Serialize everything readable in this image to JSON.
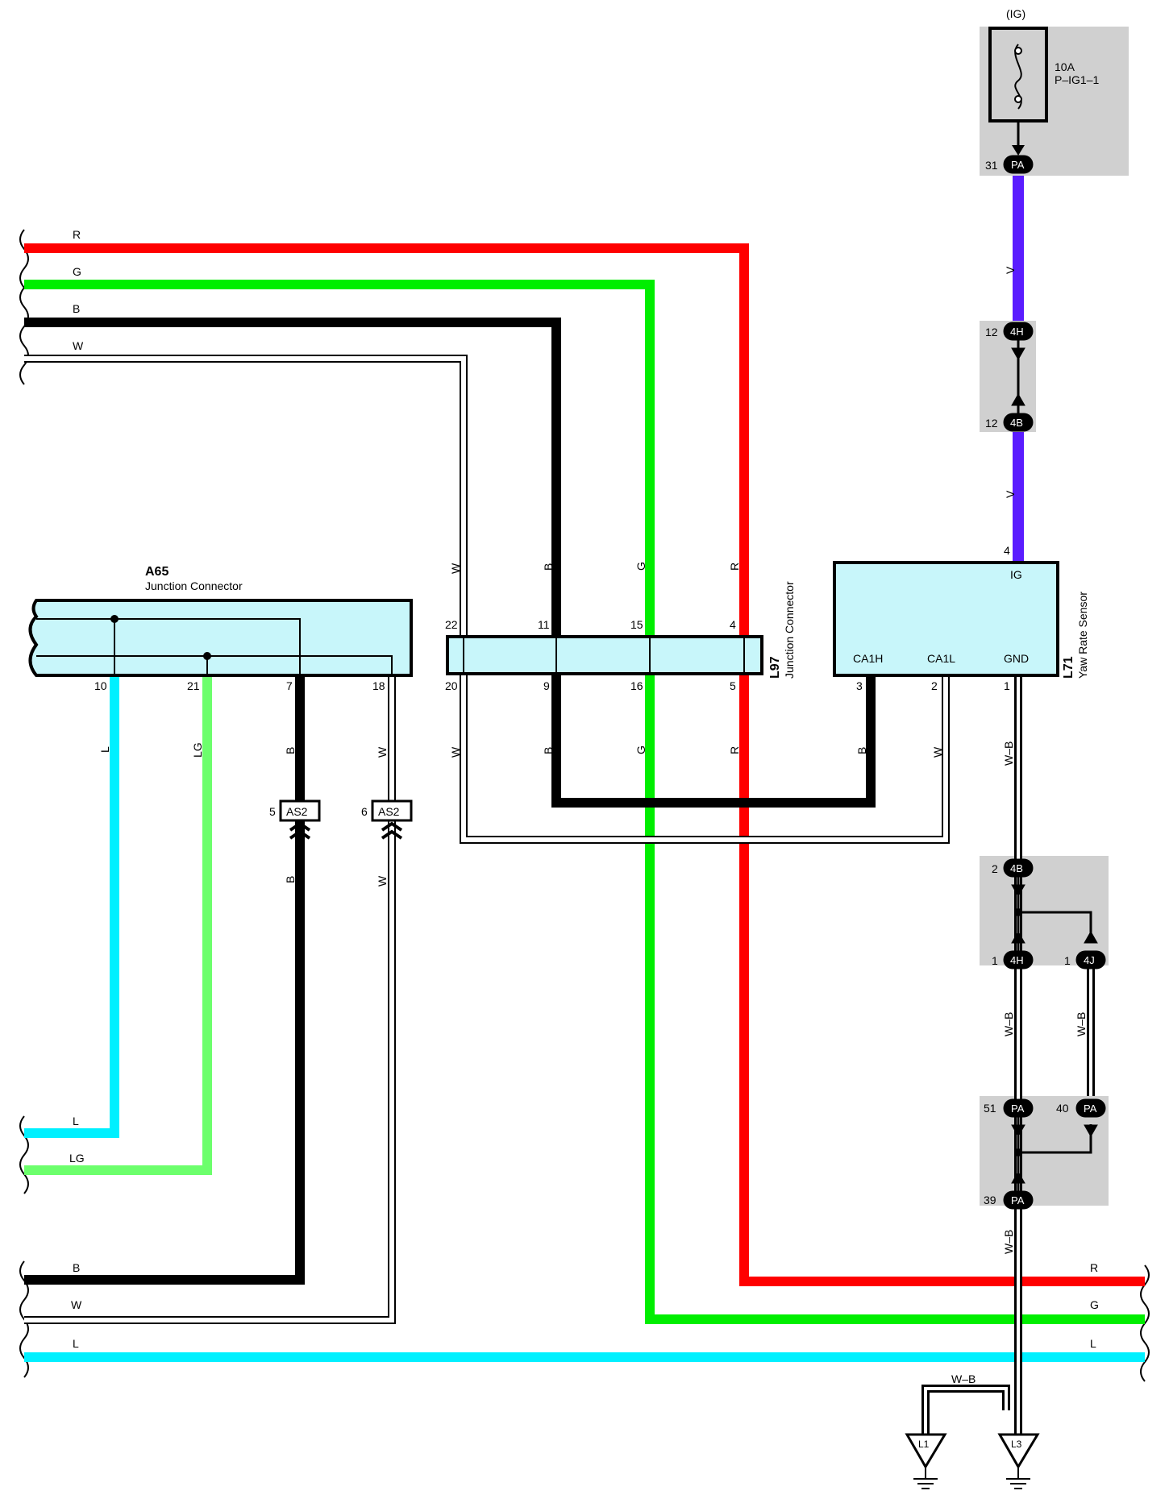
{
  "power": {
    "ig_label": "(IG)",
    "fuse_rating": "10A",
    "fuse_name": "P–IG1–1"
  },
  "connectors": {
    "PA": "PA",
    "4H": "4H",
    "4B": "4B",
    "4J": "4J",
    "AS2": "AS2",
    "L1": "L1",
    "L3": "L3"
  },
  "pin_numbers": {
    "pa_31": "31",
    "h4_12": "12",
    "b4_12": "12",
    "ig_4": "4",
    "b4_2": "2",
    "h4_1": "1",
    "j4_1": "1",
    "pa_51": "51",
    "pa_40": "40",
    "pa_39": "39",
    "as2_5": "5",
    "as2_6": "6",
    "a65_10": "10",
    "a65_21": "21",
    "a65_7": "7",
    "a65_18": "18",
    "l97_22": "22",
    "l97_11": "11",
    "l97_15": "15",
    "l97_4": "4",
    "l97_20": "20",
    "l97_9": "9",
    "l97_16": "16",
    "l97_5": "5",
    "l71_3": "3",
    "l71_2": "2",
    "l71_1": "1"
  },
  "components": {
    "a65": {
      "code": "A65",
      "name": "Junction Connector"
    },
    "l97": {
      "code": "L97",
      "name": "Junction Connector"
    },
    "l71": {
      "code": "L71",
      "name": "Yaw Rate Sensor",
      "pins": {
        "ig": "IG",
        "ca1h": "CA1H",
        "ca1l": "CA1L",
        "gnd": "GND"
      }
    }
  },
  "wire_codes": {
    "R": "R",
    "G": "G",
    "B": "B",
    "W": "W",
    "V": "V",
    "L": "L",
    "LG": "LG",
    "WB": "W–B"
  },
  "colors": {
    "red": "#ff0000",
    "green": "#00ee00",
    "black": "#000000",
    "white_wire": "#ffffff",
    "violet": "#5a1cff",
    "cyan": "#00f0ff",
    "light_green": "#6cff6c",
    "connector_fill": "#c8f6fa",
    "shade": "#d0d0d0"
  }
}
